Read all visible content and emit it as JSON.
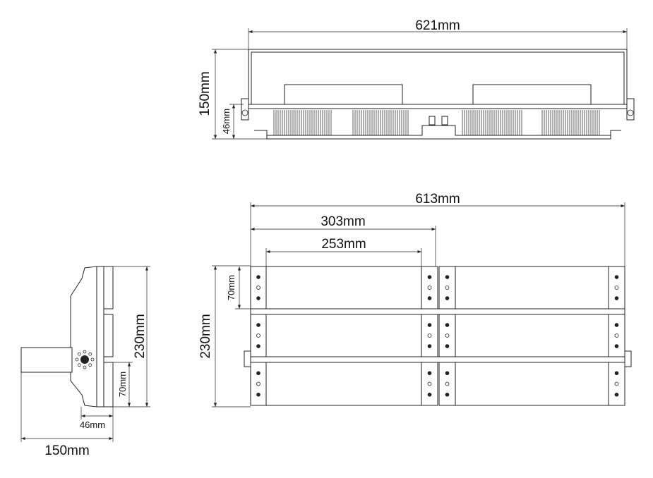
{
  "top_view": {
    "width_label": "621mm",
    "height_label": "150mm",
    "base_label": "46mm"
  },
  "front_view": {
    "total_width_label": "613mm",
    "module_width_label": "303mm",
    "panel_width_label": "253mm",
    "height_label": "230mm",
    "row_height_label": "70mm"
  },
  "side_view": {
    "height_label": "230mm",
    "row_height_label": "70mm",
    "depth_label": "46mm",
    "bracket_length_label": "150mm"
  }
}
